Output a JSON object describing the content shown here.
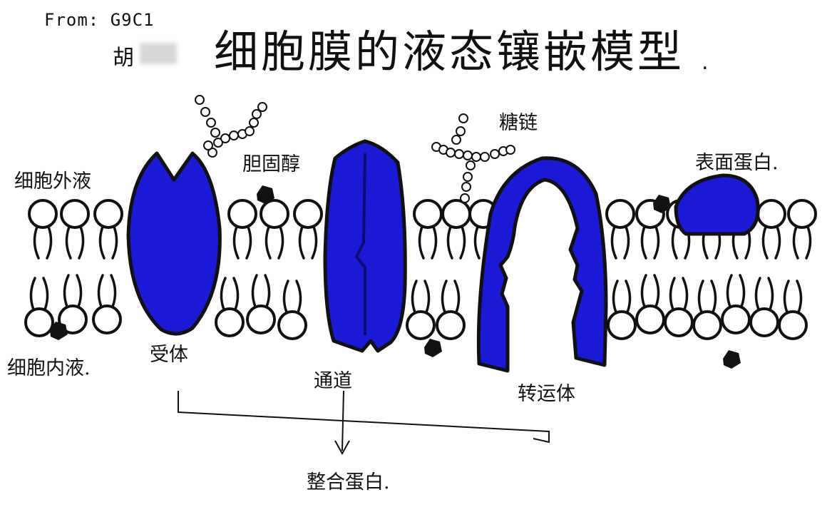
{
  "header": {
    "from_line": "From: G9C1",
    "author": "胡",
    "title": "细胞膜的液态镶嵌模型",
    "title_period": "."
  },
  "labels": {
    "extracellular_fluid": "细胞外液",
    "intracellular_fluid": "细胞内液.",
    "cholesterol": "胆固醇",
    "glycan_chain": "糖链",
    "peripheral_protein": "表面蛋白.",
    "receptor": "受体",
    "channel": "通道",
    "transporter": "转运体",
    "integral_protein": "整合蛋白."
  },
  "colors": {
    "protein_fill": "#1a1ad6",
    "outline": "#111111",
    "lipid_head_fill": "#ffffff"
  }
}
